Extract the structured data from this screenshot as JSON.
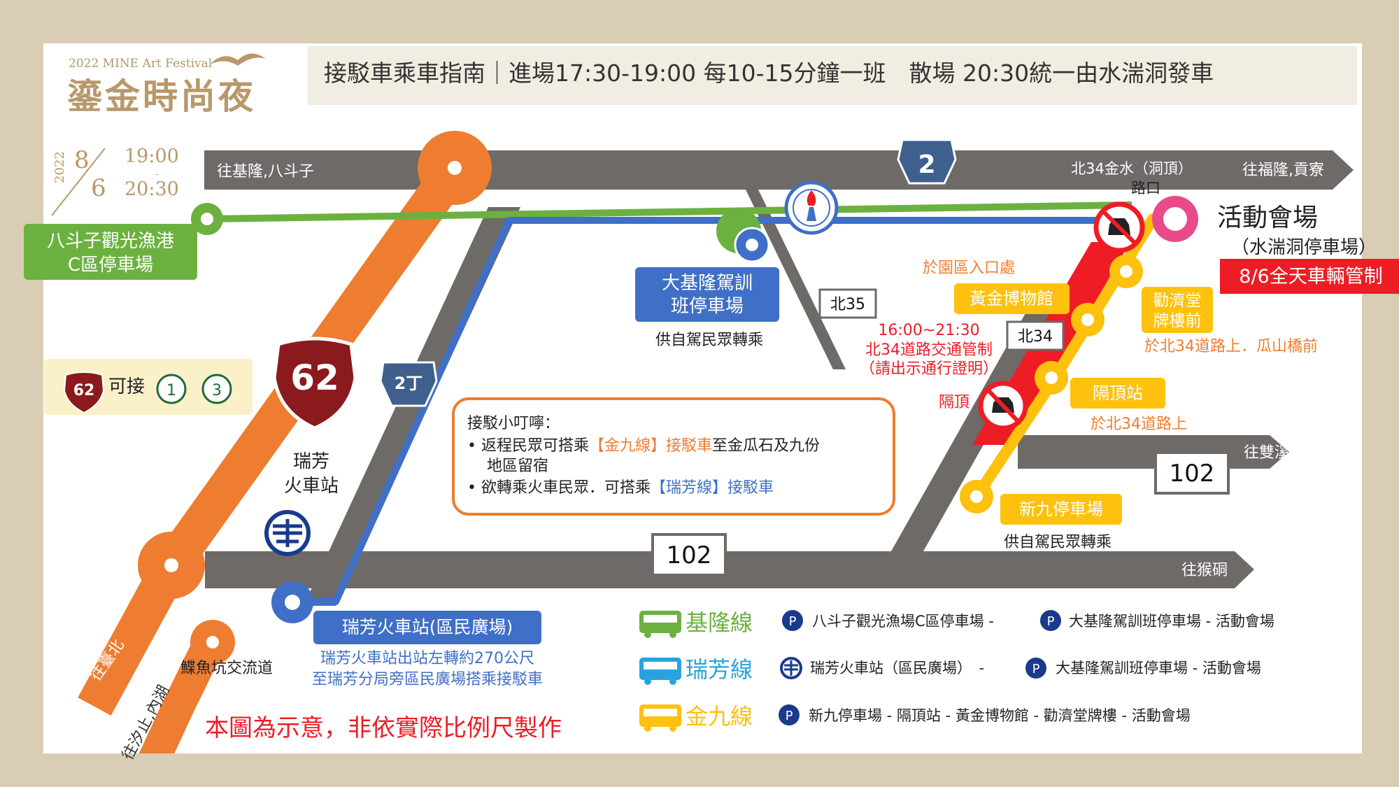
{
  "header": {
    "festival": "2022 MINE Art Festival",
    "logo_title": "鎏金時尚夜",
    "date_month": "8",
    "date_day": "6",
    "date_year": "2022",
    "time_start": "19:00",
    "time_end": "20:30",
    "guide": "接駁車乘車指南｜進場17:30-19:00 每10-15分鐘一班　散場 20:30統一由水湍洞發車"
  },
  "roads": {
    "shield_2": "2",
    "shield_62": "62",
    "shield_2ding": "2丁",
    "sign_102_main": "102",
    "sign_102_right": "102",
    "sign_bei35": "北35",
    "sign_bei34": "北34"
  },
  "directions": {
    "keelung": "往基隆,八斗子",
    "fulong": "往福隆,貢寮",
    "shuangxi": "往雙溪",
    "houtong": "往猴硐",
    "taipei": "往臺北",
    "xizhi": "往汐止,內湖",
    "yuyukeng": "鰈魚坑交流道"
  },
  "stops": {
    "badouzi": {
      "line1": "八斗子觀光漁港",
      "line2": "C區停車場"
    },
    "dajilong": {
      "line1": "大基隆駕訓",
      "line2": "班停車場",
      "note": "供自駕民眾轉乘"
    },
    "ruifang_station": "瑞芳火車站(區民廣場)",
    "ruifang_note1": "瑞芳火車站出站左轉約270公尺",
    "ruifang_note2": "至瑞芳分局旁區民廣場搭乘接駁車",
    "ruifang_label1": "瑞芳",
    "ruifang_label2": "火車站",
    "museum": "黃金博物館",
    "park_entrance": "於園區入口處",
    "qinji": {
      "line1": "勸濟堂",
      "line2": "牌樓前",
      "note": "於北34道路上．瓜山橋前"
    },
    "geding": {
      "label": "隔頂站",
      "note": "於北34道路上"
    },
    "xinjiu": {
      "label": "新九停車場",
      "note": "供自駕民眾轉乘"
    },
    "venue": {
      "line1": "活動會場",
      "line2": "（水湍洞停車場）"
    },
    "beishi34_jct": {
      "line1": "北34金水（洞頂）",
      "line2": "路口"
    }
  },
  "control": {
    "time": "16:00~21:30",
    "text": "北34道路交通管制",
    "pass": "（請出示通行證明）",
    "geding_gate": "隔頂",
    "full_day": "8/6全天車輛管制"
  },
  "transfer": {
    "label": "可接",
    "bus1": "1",
    "bus3": "3"
  },
  "notice": {
    "title": "接駁小叮嚀：",
    "item1_a": "返程民眾可搭乘",
    "item1_b": "【金九線】接駁車",
    "item1_c": "至金瓜石及九份",
    "item1_d": "地區留宿",
    "item2_a": "欲轉乘火車民眾．可搭乘",
    "item2_b": "【瑞芳線】接駁車"
  },
  "legend": [
    {
      "name": "基隆線",
      "route": "八斗子觀光漁場C區停車場 -",
      "route2": "大基隆駕訓班停車場 - 活動會場"
    },
    {
      "name": "瑞芳線",
      "route": "瑞芳火車站（區民廣場）　-",
      "route2": "大基隆駕訓班停車場 - 活動會場"
    },
    {
      "name": "金九線",
      "route": "新九停車場 - 隔頂站 - 黃金博物館 - 勸濟堂牌樓 - 活動會場"
    }
  ],
  "parking_icon": "P",
  "disclaimer": "本圖為示意，非依實際比例尺製作",
  "colors": {
    "road_gray": "#6d6a67",
    "keelung_green": "#6cb13f",
    "ruifang_blue": "#3f6fc6",
    "jinjiu_yellow": "#fdc10e",
    "orange_hwy": "#ee7d31",
    "control_red": "#ee1c25",
    "venue_pink": "#e84a8a",
    "shield_red": "#8b1a1e"
  }
}
